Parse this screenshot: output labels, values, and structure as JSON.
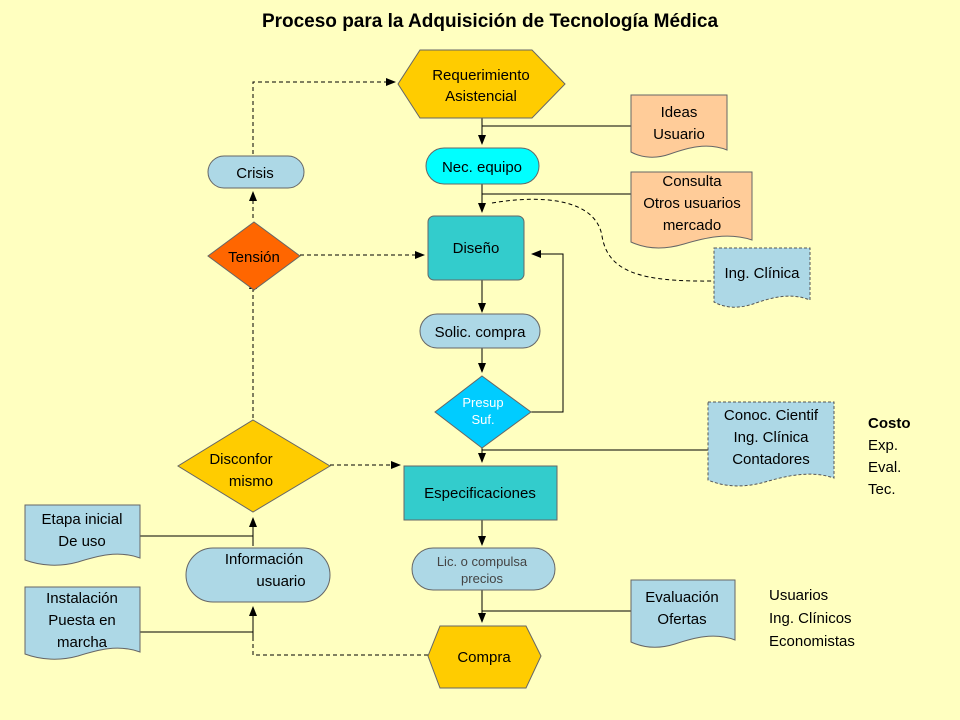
{
  "title": "Proceso para la Adquisición de Tecnología Médica",
  "nodes": {
    "requerimiento": {
      "line1": "Requerimiento",
      "line2": "Asistencial"
    },
    "nec_equipo": "Nec. equipo",
    "diseno": "Diseño",
    "solic_compra": "Solic. compra",
    "presup": {
      "line1": "Presup",
      "line2": "Suf."
    },
    "especificaciones": "Especificaciones",
    "lic": {
      "line1": "Lic. o compulsa",
      "line2": "precios"
    },
    "compra": "Compra",
    "crisis": "Crisis",
    "tension": "Tensión",
    "disconfor": {
      "line1": "Disconfor",
      "line2": "mismo"
    },
    "informacion": {
      "line1": "Información",
      "line2": "usuario"
    }
  },
  "documents": {
    "ideas": {
      "line1": "Ideas",
      "line2": "Usuario"
    },
    "consulta": {
      "line1": "Consulta",
      "line2": "Otros usuarios",
      "line3": "mercado"
    },
    "ing_clinica": "Ing. Clínica",
    "conoc": {
      "line1": "Conoc. Cientif",
      "line2": "Ing. Clínica",
      "line3": "Contadores"
    },
    "evaluacion": {
      "line1": "Evaluación",
      "line2": "Ofertas"
    },
    "etapa": {
      "line1": "Etapa inicial",
      "line2": "De uso"
    },
    "instalacion": {
      "line1": "Instalación",
      "line2": "Puesta en",
      "line3": "marcha"
    }
  },
  "notes": {
    "costo": {
      "line1": "Costo",
      "line2": "Exp.",
      "line3": "Eval.",
      "line4": "Tec."
    },
    "usuarios": {
      "line1": "Usuarios",
      "line2": "Ing. Clínicos",
      "line3": "Economistas"
    }
  },
  "colors": {
    "background": "#ffffc0",
    "hexagon": "#ffcc00",
    "terminal": "#add8e6",
    "process": "#33cccc",
    "tension": "#ff6600",
    "decision": "#ffcc00",
    "presup": "#00ccff",
    "document_orange": "#ffcc99",
    "document_blue": "#add8e6"
  }
}
